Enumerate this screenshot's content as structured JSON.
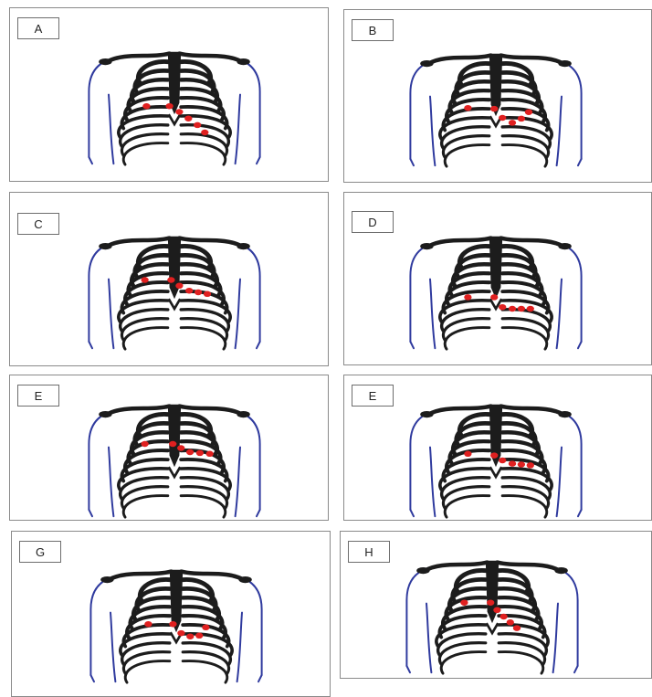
{
  "panels": [
    {
      "label": "A",
      "electrode_count": 6
    },
    {
      "label": "B",
      "electrode_count": 6
    },
    {
      "label": "C",
      "electrode_count": 6
    },
    {
      "label": "D",
      "electrode_count": 6
    },
    {
      "label": "E",
      "electrode_count": 6
    },
    {
      "label": "E",
      "electrode_count": 6
    },
    {
      "label": "G",
      "electrode_count": 6
    },
    {
      "label": "H",
      "electrode_count": 6
    }
  ],
  "colors": {
    "bone": "#1c1c1c",
    "body_outline": "#2f3a9e",
    "electrode": "#e02020",
    "border": "#8a8a8a",
    "label_border": "#6d6d6d"
  }
}
